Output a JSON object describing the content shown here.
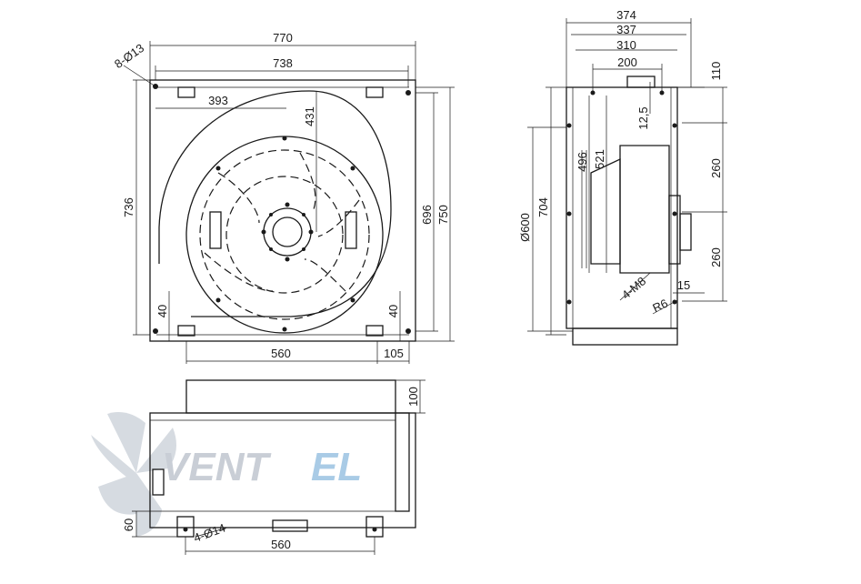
{
  "watermark": {
    "lead": "VENT",
    "tail": "EL",
    "lead_color": "#c9ced6",
    "tail_color": "#a9cbe6"
  },
  "front_view": {
    "dim_width_outer": "770",
    "dim_width_inner": "738",
    "dim_holes": "8-Ø13",
    "dim_393": "393",
    "dim_431": "431",
    "dim_height_left": "736",
    "dim_696": "696",
    "dim_750": "750",
    "dim_40_left": "40",
    "dim_40_right": "40",
    "dim_560": "560",
    "dim_105": "105"
  },
  "side_view": {
    "dim_374": "374",
    "dim_337": "337",
    "dim_310": "310",
    "dim_200": "200",
    "dim_110": "110",
    "dim_12_5": "12,5",
    "dim_496": "496",
    "dim_521": "521",
    "dim_600": "Ø600",
    "dim_704": "704",
    "dim_260_top": "260",
    "dim_260_bottom": "260",
    "dim_m8": "4-M8",
    "dim_15": "15",
    "dim_r6": "R6"
  },
  "bottom_view": {
    "dim_100": "100",
    "dim_60": "60",
    "dim_holes": "4-Ø14",
    "dim_560": "560"
  }
}
